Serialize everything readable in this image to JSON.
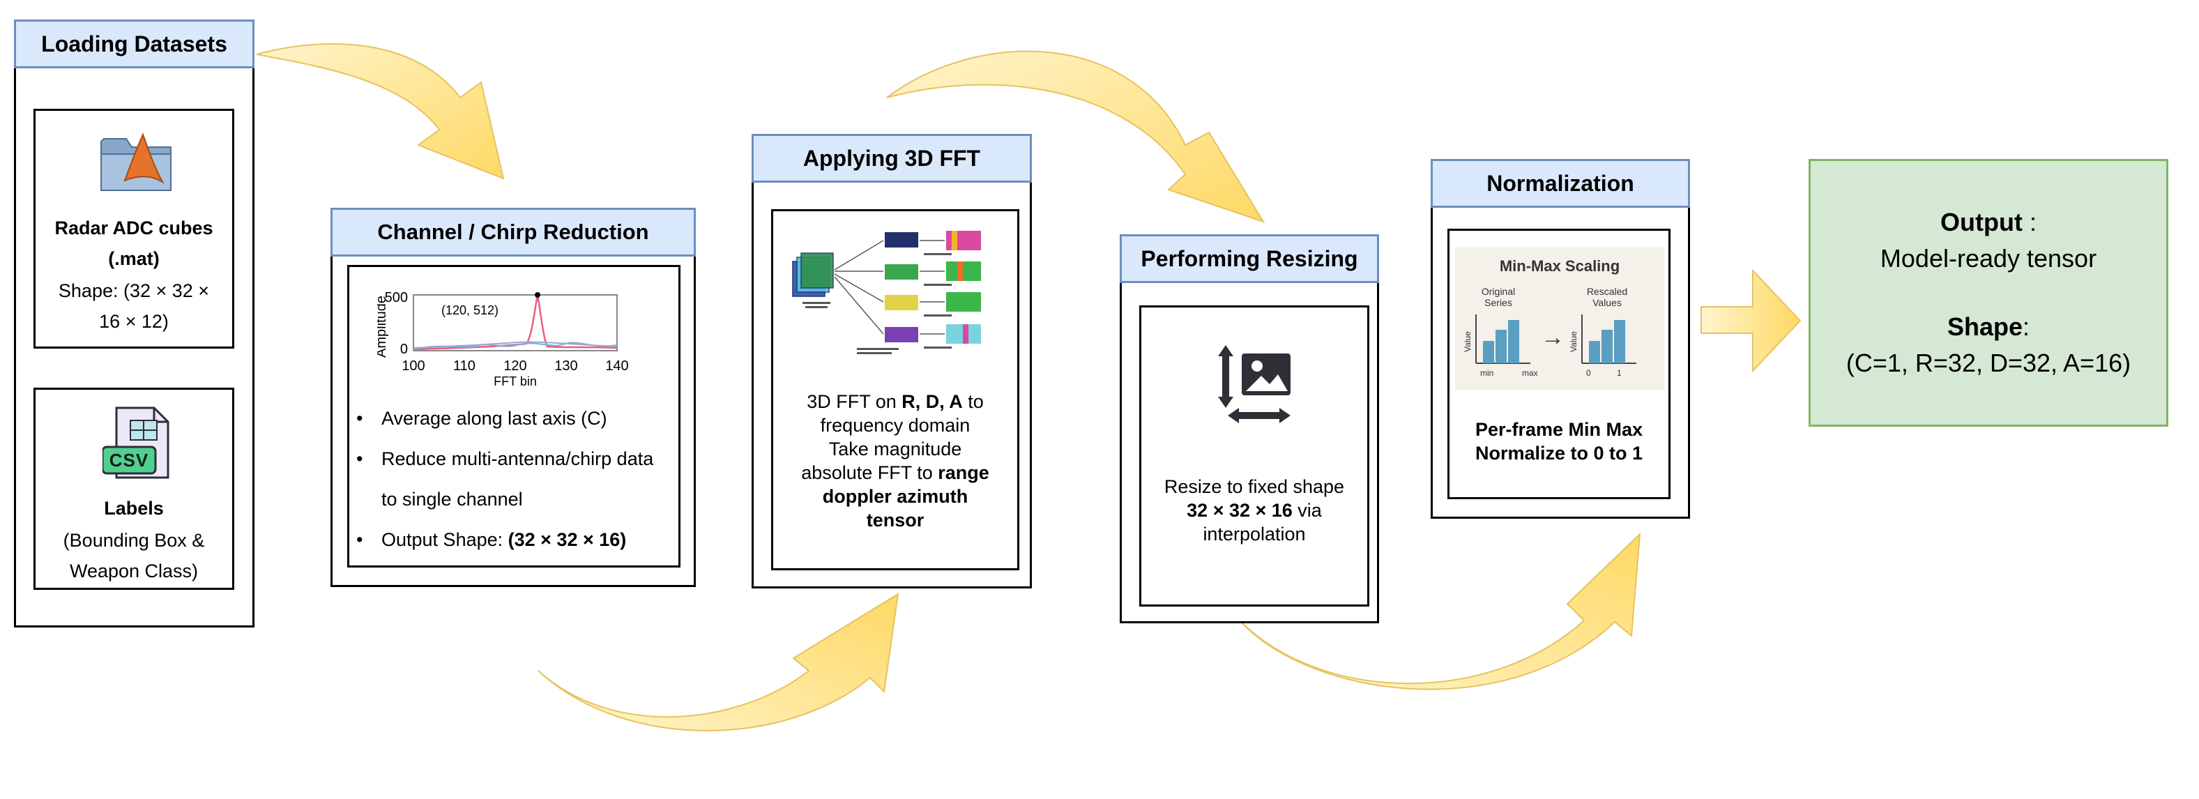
{
  "steps": {
    "loading": {
      "title": "Loading Datasets",
      "radar": {
        "icon": "matlab-folder-icon",
        "title_line1": "Radar ADC cubes",
        "title_line2": "(.mat)",
        "shape_line1": "Shape: (32 × 32 ×",
        "shape_line2": "16 × 12)"
      },
      "labels": {
        "icon": "csv-file-icon",
        "csv_tag": "CSV",
        "title": "Labels",
        "desc_line1": "(Bounding Box &",
        "desc_line2": "Weapon Class)"
      }
    },
    "reduction": {
      "title": "Channel / Chirp Reduction",
      "plot": {
        "ylabel": "Amplitude",
        "xlabel": "FFT bin",
        "yticks": [
          "500",
          "0"
        ],
        "xticks": [
          "100",
          "110",
          "120",
          "130",
          "140"
        ],
        "peak_label": "(120, 512)"
      },
      "bullets": [
        {
          "text": "Average along last axis (C)"
        },
        {
          "text": "Reduce multi-antenna/chirp data"
        },
        {
          "text": "to single channel"
        },
        {
          "prefix": "Output Shape: ",
          "bold": "(32 × 32 × 16)"
        }
      ]
    },
    "fft": {
      "title": "Applying 3D FFT",
      "illustration": "fft-cube-diagram-icon",
      "line1_prefix": "3D FFT on ",
      "line1_bold": "R, D, A",
      "line1_suffix": " to",
      "line2": "frequency domain",
      "line3": "Take magnitude",
      "line4_prefix": "absolute FFT to ",
      "line4_bold": "range",
      "line5_bold": "doppler azimuth",
      "line6_bold": "tensor"
    },
    "resize": {
      "title": "Performing Resizing",
      "icon": "image-resize-icon",
      "line1": "Resize to fixed shape",
      "line2_bold": "32 × 32 × 16",
      "line2_suffix": " via",
      "line3": "interpolation"
    },
    "normalization": {
      "title": "Normalization",
      "chart": {
        "title": "Min-Max Scaling",
        "left_label_line1": "Original",
        "left_label_line2": "Series",
        "right_label_line1": "Rescaled",
        "right_label_line2": "Values",
        "value_axis": "Value",
        "left_min": "min",
        "left_max": "max",
        "right_min": "0",
        "right_max": "1",
        "arrow": "→"
      },
      "line1": "Per-frame Min Max",
      "line2": "Normalize to 0 to 1"
    },
    "output": {
      "label": "Output",
      "label_suffix": " :",
      "desc": "Model-ready tensor",
      "shape_label": "Shape",
      "shape_suffix": ":",
      "shape_value": "(C=1, R=32, D=32, A=16)"
    }
  },
  "colors": {
    "header_fill": "#dae8fc",
    "header_stroke": "#6c8ebf",
    "output_fill": "#d5e8d4",
    "output_stroke": "#82b366",
    "arrow_fill": "#ffe08a"
  }
}
